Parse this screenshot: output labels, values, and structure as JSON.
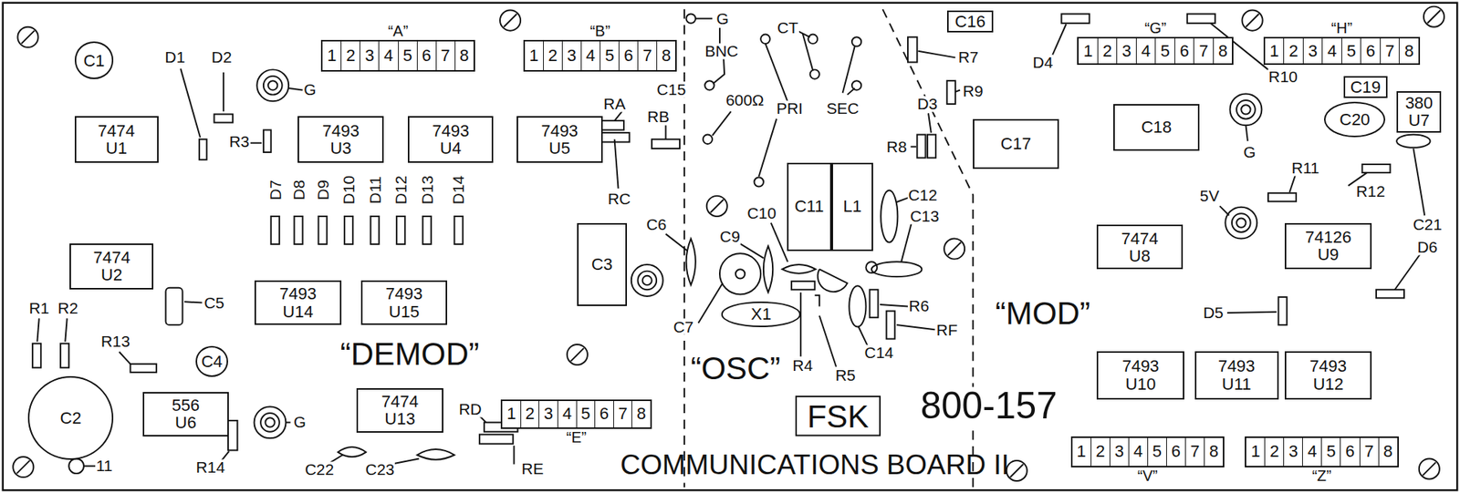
{
  "diagram": {
    "title": "COMMUNICATIONS BOARD II",
    "nodes": [
      {
        "text": [
          "C1"
        ]
      },
      {
        "text": [
          "“A”",
          "1",
          "2",
          "3",
          "4",
          "5",
          "6",
          "7",
          "8"
        ]
      },
      {
        "text": [
          "“B”",
          "1",
          "2",
          "3",
          "4",
          "5",
          "6",
          "7",
          "8"
        ]
      },
      {
        "text": [
          "C16"
        ]
      },
      {
        "text": [
          "“G”",
          "1",
          "2",
          "3",
          "4",
          "5",
          "6",
          "7",
          "8"
        ]
      },
      {
        "text": [
          "“H”",
          "1",
          "2",
          "3",
          "4",
          "5",
          "6",
          "7",
          "8"
        ]
      },
      {
        "text": [
          "C19"
        ]
      },
      {
        "text": [
          "380",
          "U7"
        ]
      },
      {
        "text": [
          "C20"
        ]
      },
      {
        "text": [
          "7474",
          "U1"
        ]
      },
      {
        "text": [
          "7493",
          "U3"
        ]
      },
      {
        "text": [
          "7493",
          "U4"
        ]
      },
      {
        "text": [
          "7493",
          "U5"
        ]
      },
      {
        "text": [
          "C17"
        ]
      },
      {
        "text": [
          "C18"
        ]
      },
      {
        "text": [
          "C11"
        ]
      },
      {
        "text": [
          "L1"
        ]
      },
      {
        "text": [
          "C3"
        ]
      },
      {
        "text": [
          "7474",
          "U2"
        ]
      },
      {
        "text": [
          "7474",
          "U8"
        ]
      },
      {
        "text": [
          "74126",
          "U9"
        ]
      },
      {
        "text": [
          "7493",
          "U14"
        ]
      },
      {
        "text": [
          "7493",
          "U15"
        ]
      },
      {
        "text": [
          "X1"
        ]
      },
      {
        "text": [
          "C4"
        ]
      },
      {
        "text": [
          "7493",
          "U10"
        ]
      },
      {
        "text": [
          "7493",
          "U11"
        ]
      },
      {
        "text": [
          "7493",
          "U12"
        ]
      },
      {
        "text": [
          "C2"
        ]
      },
      {
        "text": [
          "556",
          "U6"
        ]
      },
      {
        "text": [
          "7474",
          "U13"
        ]
      },
      {
        "text": [
          "“E”",
          "1",
          "2",
          "3",
          "4",
          "5",
          "6",
          "7",
          "8"
        ]
      },
      {
        "text": [
          "“V”",
          "1",
          "2",
          "3",
          "4",
          "5",
          "6",
          "7",
          "8"
        ]
      },
      {
        "text": [
          "“Z”",
          "1",
          "2",
          "3",
          "4",
          "5",
          "6",
          "7",
          "8"
        ]
      }
    ],
    "labels": [
      "D1",
      "D2",
      "G",
      "R3",
      "D7",
      "D8",
      "D9",
      "D10",
      "D11",
      "D12",
      "D13",
      "D14",
      "R1",
      "R2",
      "R13",
      "C5",
      "“DEMOD”",
      "G",
      "R14",
      "11",
      "C22",
      "C23",
      "RD",
      "RE",
      "C15",
      "RA",
      "RB",
      "RC",
      "C6",
      "G",
      "BNC",
      "600Ω",
      "PRI",
      "CT",
      "SEC",
      "C9",
      "C10",
      "C7",
      "C12",
      "C13",
      "R6",
      "RF",
      "C14",
      "R4",
      "R5",
      "“OSC”",
      "FSK",
      "800-157",
      "R7",
      "R9",
      "D3",
      "R8",
      "D4",
      "R10",
      "G",
      "5V",
      "R11",
      "R12",
      "C21",
      "D6",
      "“MOD”",
      "D5"
    ]
  }
}
